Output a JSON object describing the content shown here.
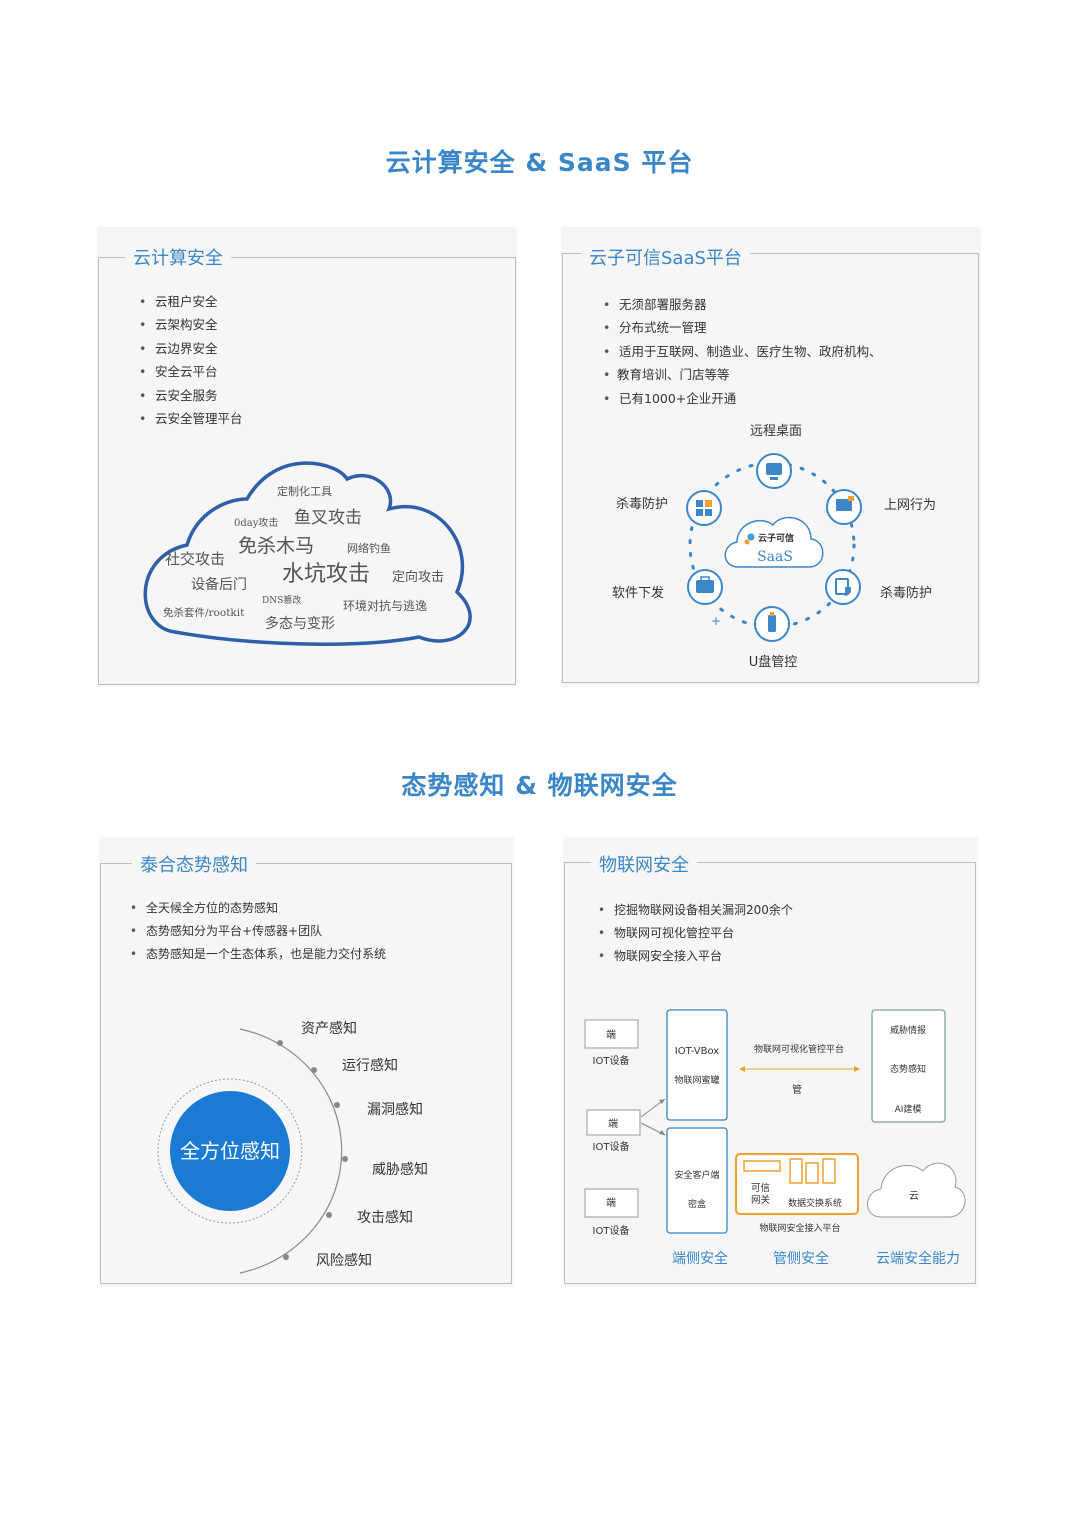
{
  "section1": {
    "title": "云计算安全 & SaaS 平台",
    "cloud_security": {
      "title": "云计算安全",
      "items": [
        "云租户安全",
        "云架构安全",
        "云边界安全",
        "安全云平台",
        "云安全服务",
        "云安全管理平台"
      ],
      "word_cloud": [
        "定制化工具",
        "0day攻击",
        "鱼叉攻击",
        "免杀木马",
        "网络钓鱼",
        "社交攻击",
        "水坑攻击",
        "设备后门",
        "定向攻击",
        "DNS篡改",
        "免杀套件/rootkit",
        "环境对抗与逃逸",
        "多态与变形"
      ]
    },
    "saas": {
      "title": "云子可信SaaS平台",
      "items": [
        "无须部署服务器",
        "分布式统一管理",
        "适用于互联网、制造业、医疗生物、政府机构、",
        "教育培训、门店等等",
        "已有1000+企业开通"
      ],
      "center_brand": "云子可信",
      "center_label": "SaaS",
      "nodes": [
        "远程桌面",
        "上网行为",
        "杀毒防护",
        "U盘管控",
        "软件下发",
        "杀毒防护"
      ]
    }
  },
  "section2": {
    "title": "态势感知  &  物联网安全",
    "awareness": {
      "title": "泰合态势感知",
      "items": [
        "全天候全方位的态势感知",
        "态势感知分为平台+传感器+团队",
        "态势感知是一个生态体系，也是能力交付系统"
      ],
      "center": "全方位感知",
      "arc_labels": [
        "资产感知",
        "运行感知",
        "漏洞感知",
        "威胁感知",
        "攻击感知",
        "风险感知"
      ]
    },
    "iot": {
      "title": "物联网安全",
      "items": [
        "挖掘物联网设备相关漏洞200余个",
        "物联网可视化管控平台",
        "物联网安全接入平台"
      ],
      "device_box": "端",
      "device_label": "IOT设备",
      "vbox_title": "IOT-VBox",
      "vbox_sub": "物联网蜜罐",
      "client_title": "安全客户端",
      "client_sub": "密盒",
      "mgmt_platform": "物联网可视化管控平台",
      "mgmt_label": "管",
      "right_box": [
        "威胁情报",
        "态势感知",
        "AI建模"
      ],
      "gateway_line1": "可信",
      "gateway_line2": "网关",
      "exchange": "数据交换系统",
      "access_platform": "物联网安全接入平台",
      "cloud": "云",
      "footer": [
        "端侧安全",
        "管侧安全",
        "云端安全能力"
      ]
    }
  },
  "colors": {
    "accent": "#3a86c8",
    "cloud_outline": "#2f5fa8",
    "circle_fill": "#1a7ad4",
    "orange": "#f0a030"
  }
}
